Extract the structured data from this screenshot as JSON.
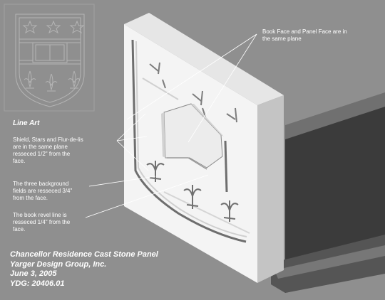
{
  "labels": {
    "line_art": "Line Art",
    "shield_note": "Shield, Stars and Flur-de-lis\nare in the same plane\nresseced 1/2\" from the\nface.",
    "background_note": "The three background\nfields are resseced 3/4\"\nfrom the face.",
    "revel_note": "The book revel line is\nresseced 1/4\" from the\nface.",
    "book_face_note": "Book Face and Panel Face are in\nthe same plane"
  },
  "title_block": {
    "line1": "Chancellor Residence Cast Stone Panel",
    "line2": "Yarger Design Group, Inc.",
    "line3": "June 3, 2005",
    "line4": "YDG: 20406.01"
  },
  "colors": {
    "background": "#8f8f8f",
    "panel_face": "#f3f3f3",
    "panel_side": "#c9c9c9",
    "shadow": "#353535",
    "line_art": "#a8a8a8",
    "text": "#ffffff"
  }
}
